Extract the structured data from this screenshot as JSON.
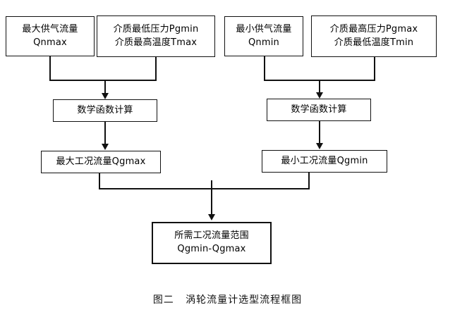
{
  "figure": {
    "caption": "图二   涡轮流量计选型流程框图",
    "background_color": "#ffffff",
    "line_color": "#111111"
  },
  "nodes": {
    "qnmax": {
      "line1": "最大供气流量",
      "line2": "Qnmax"
    },
    "pgmin_tmax": {
      "line1": "介质最低压力Pgmin",
      "line2": "介质最高温度Tmax"
    },
    "qnmin": {
      "line1": "最小供气流量",
      "line2": "Qnmin"
    },
    "pgmax_tmin": {
      "line1": "介质最高压力Pgmax",
      "line2": "介质最低温度Tmin"
    },
    "calc_left": {
      "line1": "数学函数计算"
    },
    "calc_right": {
      "line1": "数学函数计算"
    },
    "qgmax": {
      "line1": "最大工况流量Qgmax"
    },
    "qgmin": {
      "line1": "最小工况流量Qgmin"
    },
    "result": {
      "line1": "所需工况流量范围",
      "line2": "Qgmin-Qgmax"
    }
  }
}
